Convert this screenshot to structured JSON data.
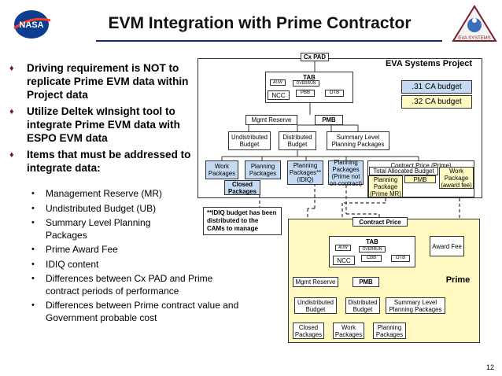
{
  "header": {
    "title": "EVM Integration with Prime Contractor",
    "left_logo": "NASA",
    "right_logo": "EVA SYSTEMS"
  },
  "bullets": [
    "Driving requirement is NOT to replicate Prime EVM data within Project data",
    "Utilize Deltek wInsight tool to integrate Prime EVM data with ESPO EVM data",
    "Items that must be addressed to integrate data:"
  ],
  "sub_bullets": [
    "Management Reserve (MR)",
    "Undistributed Budget (UB)",
    "Summary Level Planning Packages",
    "Prime Award Fee",
    "IDIQ content",
    "Differences between Cx PAD and Prime contract periods of performance",
    "Differences between Prime contract value and Government probable cost"
  ],
  "project": {
    "cx_pad": "Cx PAD",
    "label": "EVA Systems Project",
    "tab": "TAB",
    "auw": "AUW",
    "overrun": "OVERRUN",
    "ncc": "NCC",
    "pbb": "PBB",
    "otb": "OTB",
    "legend_31": ".31 CA budget",
    "legend_32": ".32 CA budget",
    "mgmt_reserve": "Mgmt Reserve",
    "pmb": "PMB",
    "undistributed_budget": "Undistributed Budget",
    "distributed_budget": "Distributed Budget",
    "summary_level": "Summary Level Planning Packages",
    "work_packages": "Work Packages",
    "planning_packages": "Planning Packages",
    "planning_idiq": "Planning Packages** (IDIQ)",
    "planning_not_on_contract": "Planning Packages (Prime not on contract)",
    "contract_price_prime": "Contract Price (Prime)",
    "total_allocated_budget": "Total Allocated Budget",
    "planning_package_mr": "Planning Package (Prime MR)",
    "pmb_inner": "PMB",
    "work_package_award": "Work Package (award fee)",
    "closed_packages": "Closed Packages",
    "idiq_note": "**IDIQ budget has been distributed to the CAMs to manage"
  },
  "prime": {
    "contract_price": "Contract Price",
    "award_fee": "Award Fee",
    "tab": "TAB",
    "auw": "AUW",
    "overrun": "OVERRUN",
    "ncc": "NCC",
    "cbb": "CBB",
    "otb": "OTB",
    "label": "Prime",
    "mgmt_reserve": "Mgmt Reserve",
    "pmb": "PMB",
    "undistributed_budget": "Undistributed Budget",
    "distributed_budget": "Distributed Budget",
    "summary_level": "Summary Level Planning Packages",
    "closed_packages": "Closed Packages",
    "work_packages": "Work Packages",
    "planning_packages": "Planning Packages"
  },
  "page_number": "12",
  "colors": {
    "blue_fill": "#c4d9f2",
    "yellow_fill": "#fff9c4",
    "prime_fill": "#fff8c0",
    "title_rule": "#0b2e6d"
  }
}
